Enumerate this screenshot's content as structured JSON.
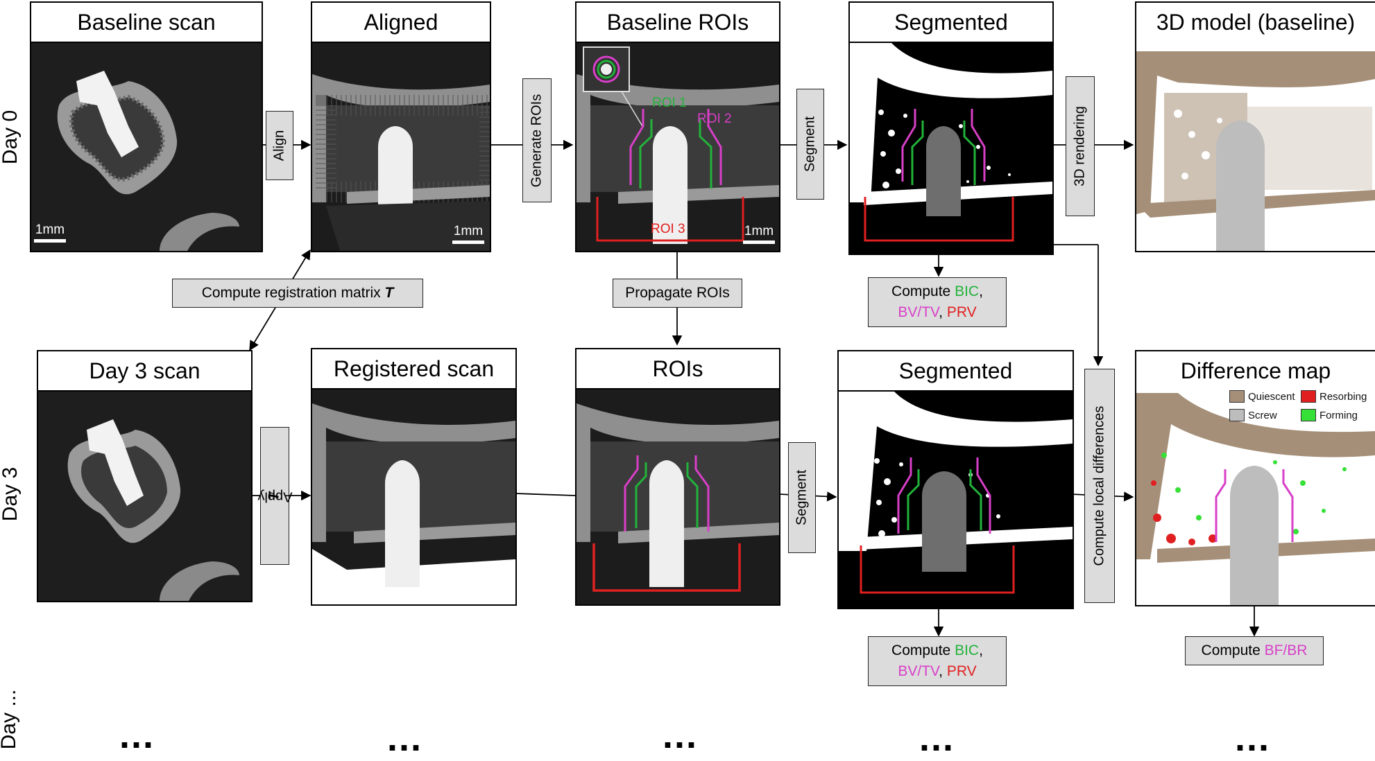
{
  "rows": {
    "day0": "Day 0",
    "day3": "Day 3",
    "dayn": "Day ..."
  },
  "panels": {
    "baseline_scan": "Baseline scan",
    "aligned": "Aligned",
    "baseline_rois": "Baseline ROIs",
    "segmented_0": "Segmented",
    "model3d": "3D model (baseline)",
    "day3_scan": "Day 3 scan",
    "registered": "Registered scan",
    "rois": "ROIs",
    "segmented_3": "Segmented",
    "diffmap": "Difference map"
  },
  "scale_bar": "1mm",
  "roi_labels": {
    "roi1": "ROI 1",
    "roi2": "ROI 2",
    "roi3": "ROI 3"
  },
  "steps": {
    "align": "Align",
    "generate_rois": "Generate ROIs",
    "segment": "Segment",
    "rendering": "3D rendering",
    "registration": "Compute registration matrix",
    "registration_sym": "T",
    "propagate": "Propagate ROIs",
    "apply": "Apply",
    "apply_sym": "T",
    "local_diff": "Compute local differences"
  },
  "compute": {
    "prefix": "Compute",
    "bic": "BIC",
    "bvtv": "BV/TV",
    "prv": "PRV",
    "bfbr": "BF/BR",
    "comma": ","
  },
  "legend": {
    "quiescent": "Quiescent",
    "resorbing": "Resorbing",
    "screw": "Screw",
    "forming": "Forming"
  },
  "ellipsis": "...",
  "colors": {
    "quiescent": "#a58f78",
    "resorbing": "#e02020",
    "screw": "#bdbdbd",
    "forming": "#36e036",
    "roi1": "#22b33a",
    "roi2": "#d83fc8",
    "roi3": "#e02020"
  }
}
